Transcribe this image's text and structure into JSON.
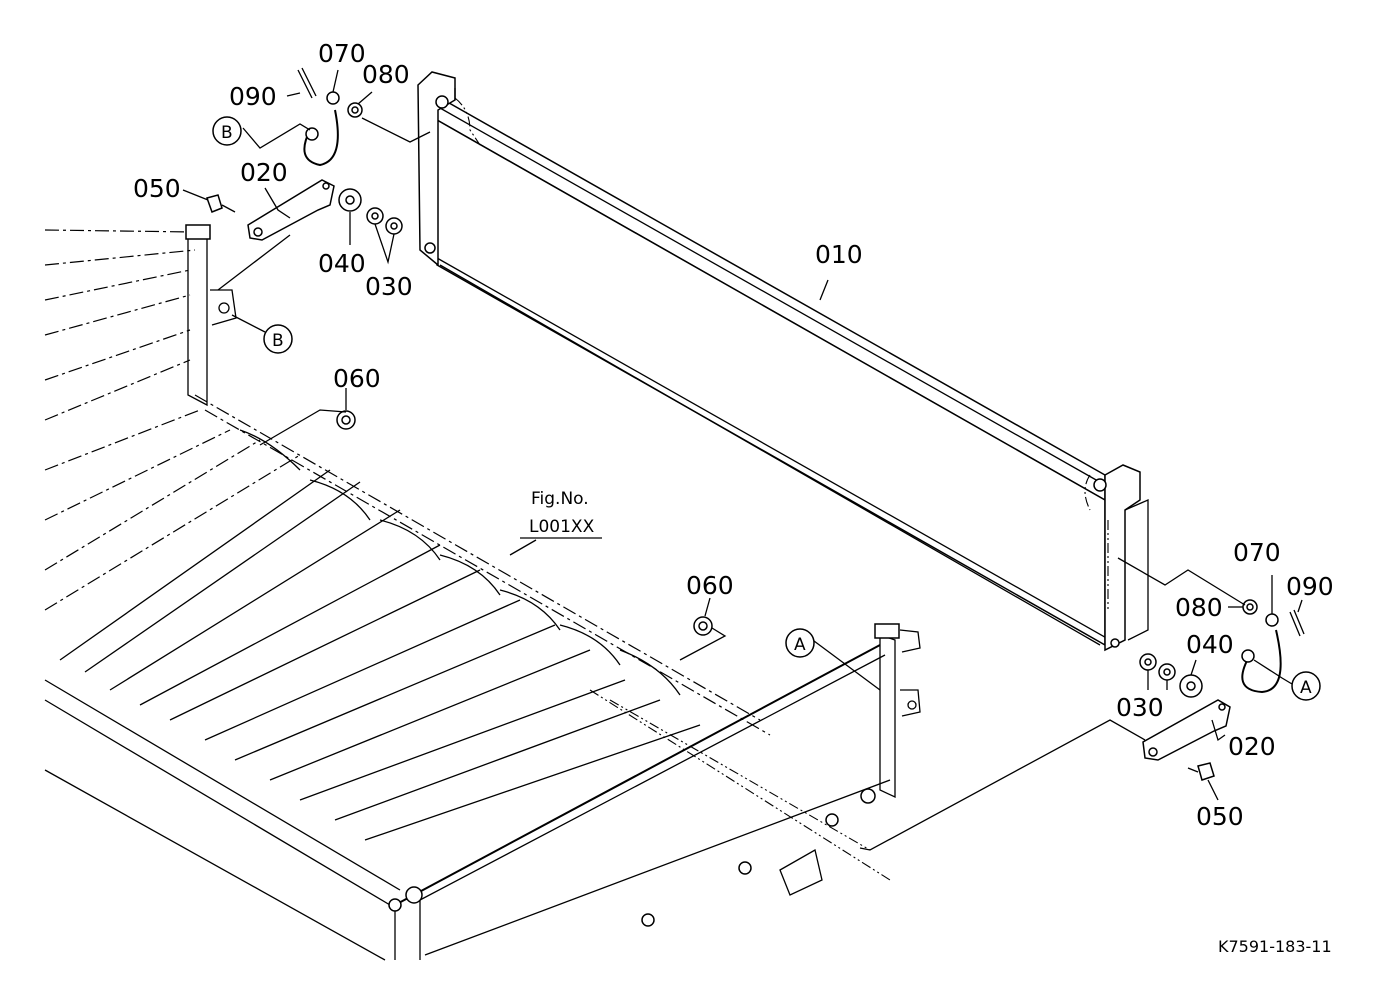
{
  "figure_code": "K7591-183-11",
  "reference": {
    "line1": "Fig.No.",
    "line2": "L001XX"
  },
  "callouts": {
    "c010": "010",
    "c020_left": "020",
    "c020_right": "020",
    "c030_left": "030",
    "c030_right": "030",
    "c040_left": "040",
    "c040_right": "040",
    "c050_left": "050",
    "c050_right": "050",
    "c060_top": "060",
    "c060_mid": "060",
    "c070_left": "070",
    "c070_right": "070",
    "c080_left": "080",
    "c080_right": "080",
    "c090_left": "090",
    "c090_right": "090"
  },
  "detail_refs": {
    "a_top": "A",
    "a_right": "A",
    "b_left": "B",
    "b_post": "B"
  }
}
